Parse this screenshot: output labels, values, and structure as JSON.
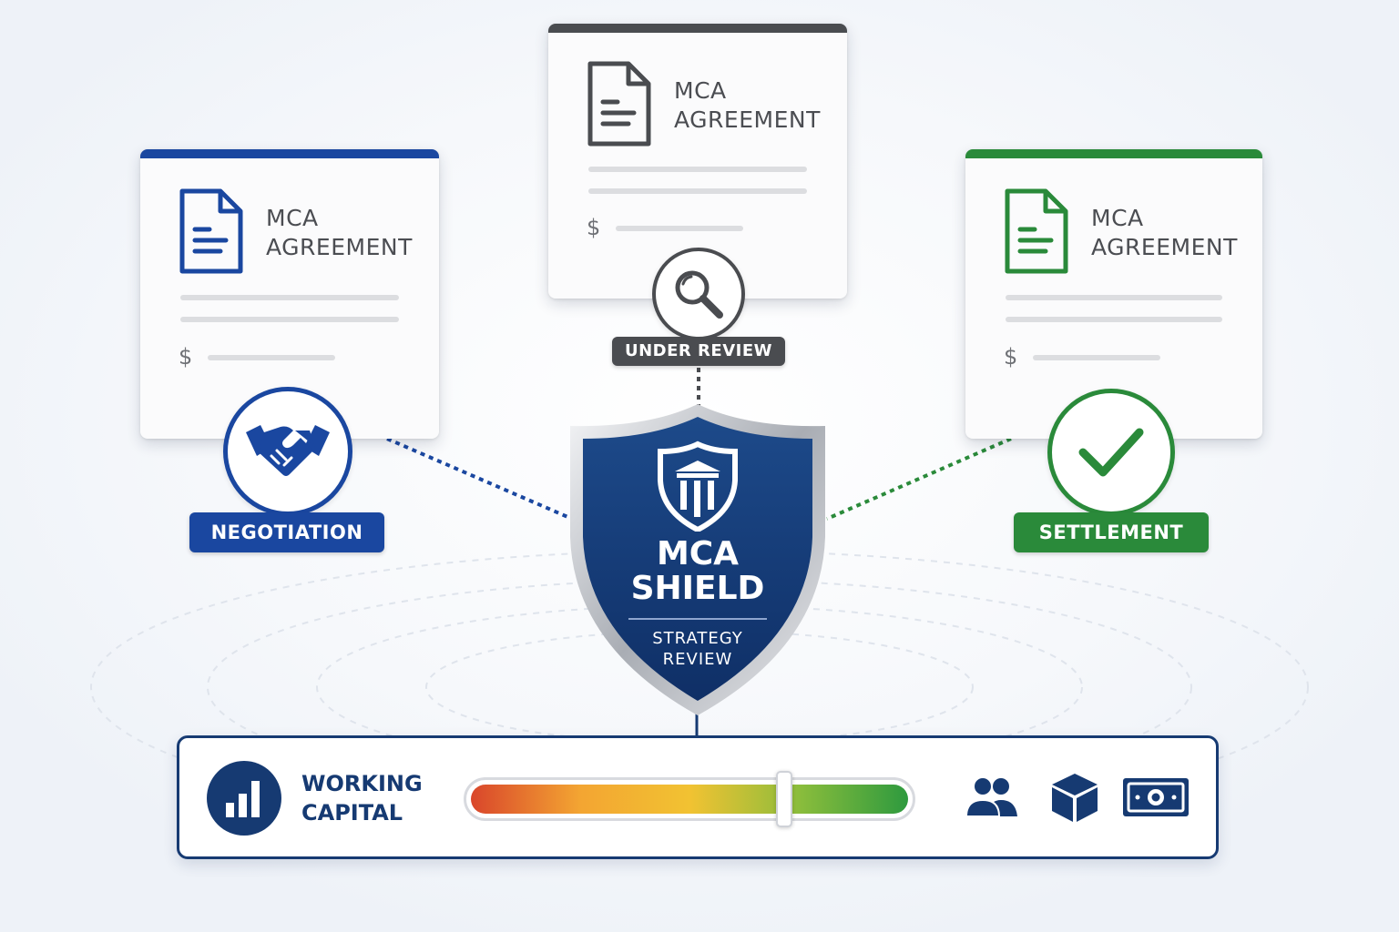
{
  "cards": [
    {
      "id": "left",
      "title_line1": "MCA",
      "title_line2": "AGREEMENT",
      "dollar": "$",
      "accent": "#1a47a0"
    },
    {
      "id": "center",
      "title_line1": "MCA",
      "title_line2": "AGREEMENT",
      "dollar": "$",
      "accent": "#4a4c50"
    },
    {
      "id": "right",
      "title_line1": "MCA",
      "title_line2": "AGREEMENT",
      "dollar": "$",
      "accent": "#2a8a3a"
    }
  ],
  "stages": {
    "negotiation": {
      "label": "NEGOTIATION",
      "color": "#1a47a0",
      "icon": "handshake-icon"
    },
    "review": {
      "label": "UNDER REVIEW",
      "color": "#4a4c50",
      "icon": "magnifier-icon"
    },
    "settlement": {
      "label": "SETTLEMENT",
      "color": "#2a8a3a",
      "icon": "checkmark-icon"
    }
  },
  "shield": {
    "title_line1": "MCA",
    "title_line2": "SHIELD",
    "subtitle_line1": "STRATEGY",
    "subtitle_line2": "REVIEW",
    "color": "#143a78",
    "icon": "courthouse-shield-icon"
  },
  "panel": {
    "label_line1": "WORKING",
    "label_line2": "CAPITAL",
    "icon": "bar-chart-icon",
    "slider_level": 0.72,
    "gradient": [
      "#d9462b",
      "#f3a532",
      "#f2c232",
      "#8bbd3c",
      "#2e9a3e"
    ],
    "right_icons": [
      "users-icon",
      "box-icon",
      "cash-icon"
    ]
  }
}
